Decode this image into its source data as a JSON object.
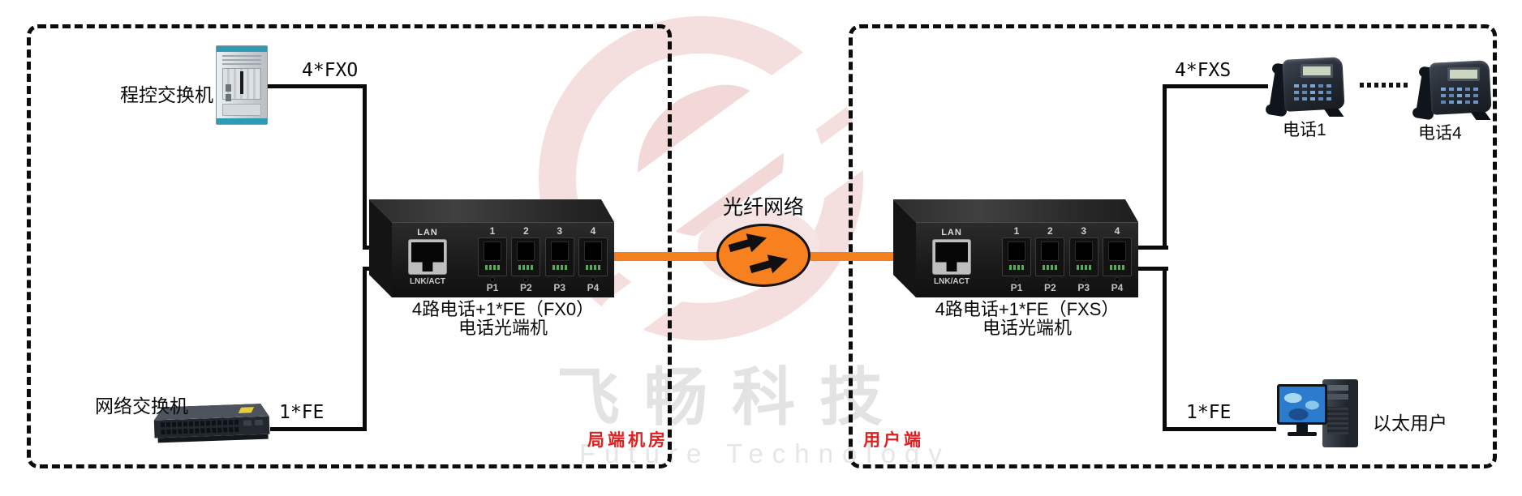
{
  "zones": {
    "left_room_label": "局端机房",
    "user_side_label": "用户端"
  },
  "left_zone": {
    "pbx_label": "程控交换机",
    "pbx_link_label": "4*FXO",
    "lan_switch_label": "网络交换机",
    "lan_link_label": "1*FE"
  },
  "fiber": {
    "label": "光纤网络"
  },
  "devices": {
    "left": {
      "lan_label": "LAN",
      "lan_status_label": "LNK/ACT",
      "port_numbers": [
        "1",
        "2",
        "3",
        "4"
      ],
      "port_names": [
        "P1",
        "P2",
        "P3",
        "P4"
      ],
      "caption_line1": "4路电话+1*FE（FX0）",
      "caption_line2": "电话光端机"
    },
    "right": {
      "lan_label": "LAN",
      "lan_status_label": "LNK/ACT",
      "port_numbers": [
        "1",
        "2",
        "3",
        "4"
      ],
      "port_names": [
        "P1",
        "P2",
        "P3",
        "P4"
      ],
      "caption_line1": "4路电话+1*FE（FXS）",
      "caption_line2": "电话光端机"
    }
  },
  "right_zone": {
    "phones_link_label": "4*FXS",
    "phone1_label": "电话1",
    "phone4_label": "电话4",
    "ethernet_link_label": "1*FE",
    "ethernet_user_label": "以太用户"
  },
  "watermark": {
    "brand_cn": "飞畅科技",
    "brand_en": "Future Technology"
  },
  "colors": {
    "fiber_orange": "#f5801e",
    "zone_label_red": "#e02020",
    "watermark_pink": "#f5dede",
    "watermark_gray": "#e3e3e3"
  }
}
